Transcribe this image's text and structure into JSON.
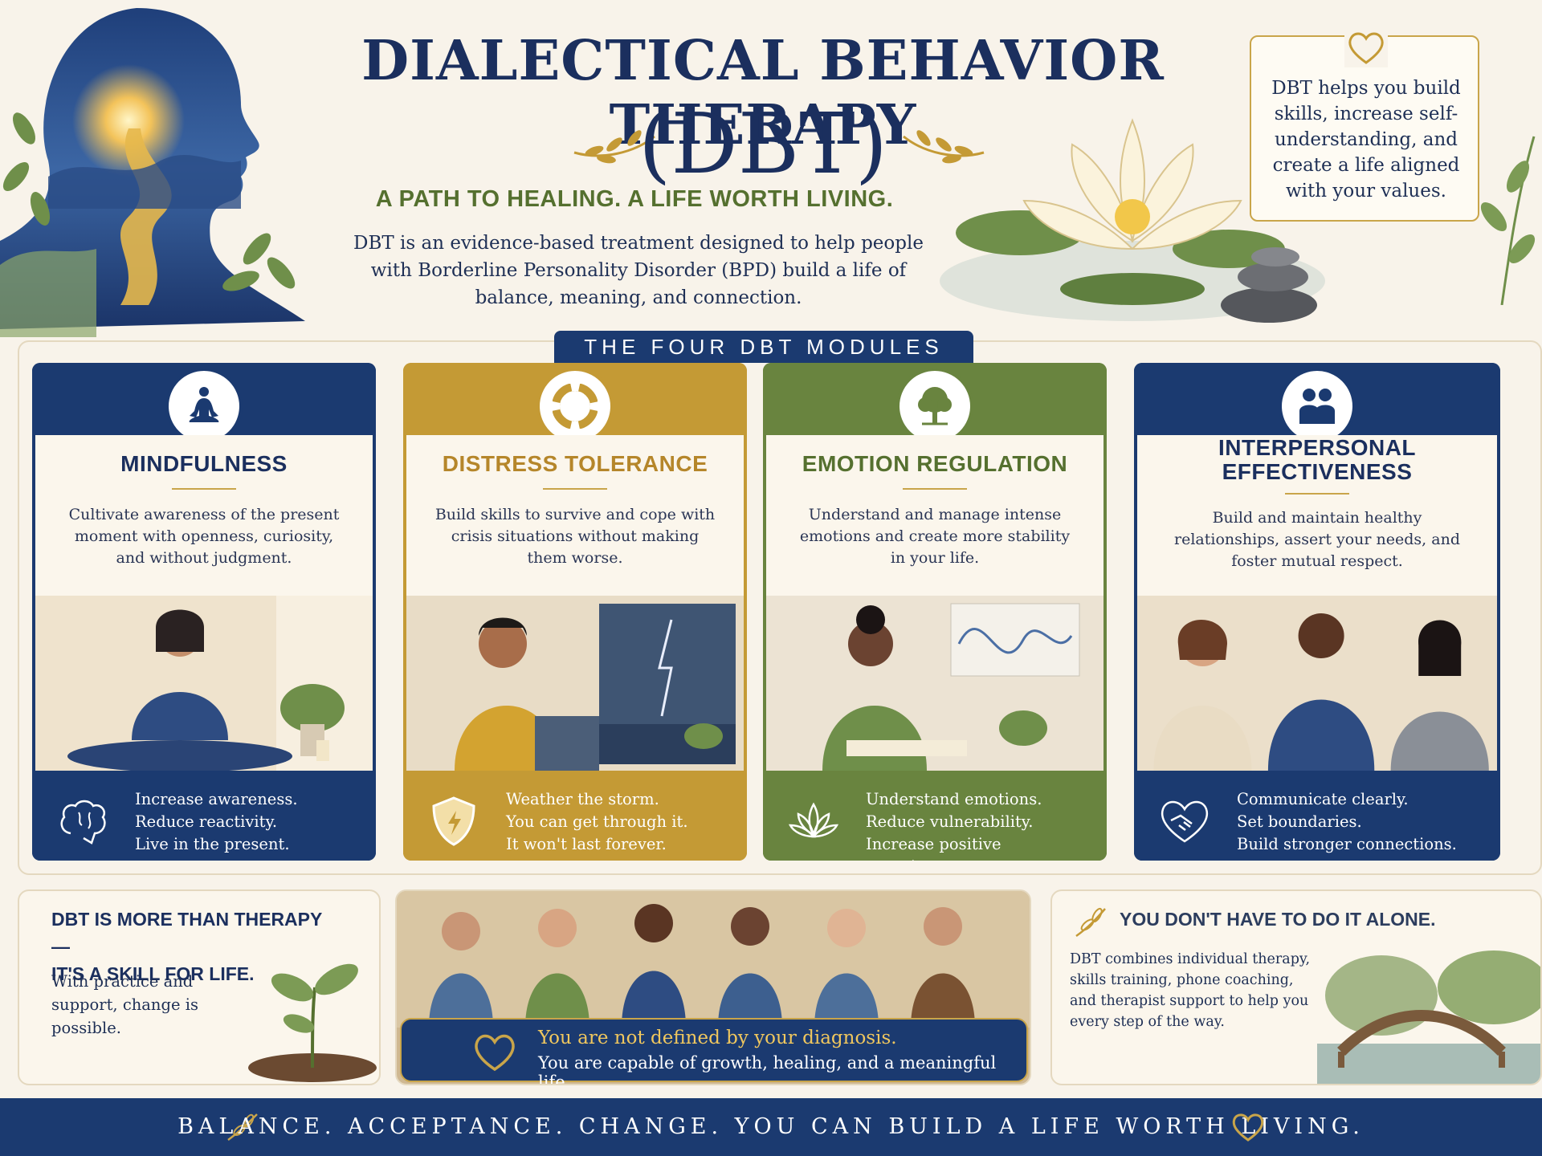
{
  "header": {
    "title_line1": "DIALECTICAL BEHAVIOR THERAPY",
    "title_line2": "(DBT)",
    "tagline": "A PATH TO HEALING. A LIFE WORTH LIVING.",
    "intro": "DBT is an evidence-based treatment designed to help people with Borderline Personality Disorder (BPD) build a life of balance, meaning, and connection.",
    "side_note": "DBT helps you build skills, increase self-understanding, and create a life aligned with your values."
  },
  "modules": {
    "banner": "THE FOUR DBT MODULES",
    "cards": [
      {
        "title": "MINDFULNESS",
        "desc": "Cultivate awareness of the present moment with openness, curiosity, and without judgment.",
        "points": [
          "Increase awareness.",
          "Reduce reactivity.",
          "Live in the present."
        ],
        "icon": "meditation-icon",
        "foot_icon": "brain-icon"
      },
      {
        "title": "DISTRESS TOLERANCE",
        "desc": "Build skills to survive and cope with crisis situations without making them worse.",
        "points": [
          "Weather the storm.",
          "You can get through it.",
          "It won't last forever."
        ],
        "icon": "lifebuoy-icon",
        "foot_icon": "shield-icon"
      },
      {
        "title": "EMOTION REGULATION",
        "desc": "Understand and manage intense emotions and create more stability in your life.",
        "points": [
          "Understand emotions.",
          "Reduce vulnerability.",
          "Increase positive experiences."
        ],
        "icon": "tree-icon",
        "foot_icon": "lotus-icon"
      },
      {
        "title_line1": "INTERPERSONAL",
        "title_line2": "EFFECTIVENESS",
        "desc": "Build and maintain healthy relationships, assert your needs, and foster mutual respect.",
        "points": [
          "Communicate clearly.",
          "Set boundaries.",
          "Build stronger connections."
        ],
        "icon": "people-icon",
        "foot_icon": "handshake-heart-icon"
      }
    ]
  },
  "bottom": {
    "skill_heading_line1": "DBT IS MORE THAN THERAPY—",
    "skill_heading_line2": "IT'S A SKILL FOR LIFE.",
    "skill_text": "With practice and support, change is possible.",
    "promise_line1": "You are not defined by your diagnosis.",
    "promise_line2": "You are capable of growth, healing, and a meaningful life.",
    "alone_heading": "YOU DON'T HAVE TO DO IT ALONE.",
    "alone_text": "DBT combines individual therapy, skills training, phone coaching, and therapist support to help you every step of the way."
  },
  "footer": {
    "text": "BALANCE. ACCEPTANCE. CHANGE. YOU CAN BUILD A LIFE WORTH LIVING."
  },
  "colors": {
    "navy": "#1b3a70",
    "gold": "#c49a35",
    "green": "#69843f",
    "cream": "#f8f3ea"
  }
}
